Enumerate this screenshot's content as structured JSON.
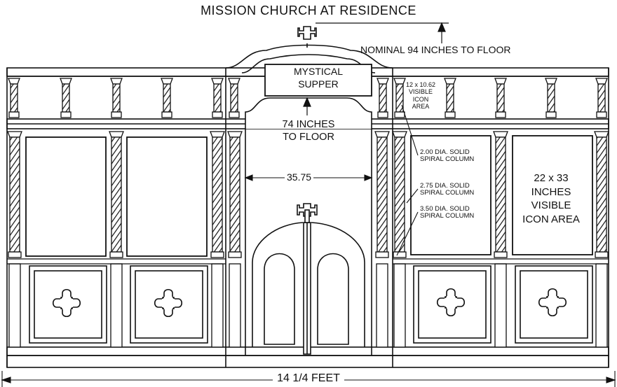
{
  "title": "MISSION CHURCH AT RESIDENCE",
  "labels": {
    "nominal_height": "NOMINAL 94 INCHES TO FLOOR",
    "mystical_supper_line1": "MYSTICAL",
    "mystical_supper_line2": "SUPPER",
    "doorway_height_line1": "74 INCHES",
    "doorway_height_line2": "TO FLOOR",
    "doorway_width": "35.75",
    "small_icon_line1": "12 x 10.62",
    "small_icon_line2": "VISIBLE",
    "small_icon_line3": "ICON",
    "small_icon_line4": "AREA",
    "column_200_line1": "2.00 DIA. SOLID",
    "column_200_line2": "SPIRAL COLUMN",
    "column_275_line1": "2.75 DIA. SOLID",
    "column_275_line2": "SPIRAL COLUMN",
    "column_350_line1": "3.50 DIA. SOLID",
    "column_350_line2": "SPIRAL COLUMN",
    "large_icon_line1": "22 x 33",
    "large_icon_line2": "INCHES",
    "large_icon_line3": "VISIBLE",
    "large_icon_line4": "ICON AREA",
    "overall_width": "14 1/4 FEET"
  }
}
